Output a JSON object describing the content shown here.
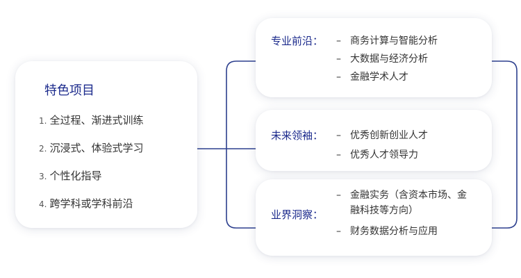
{
  "left": {
    "title": "特色项目",
    "items": [
      {
        "num": "1.",
        "text": "全过程、渐进式训练"
      },
      {
        "num": "2.",
        "text": "沉浸式、体验式学习"
      },
      {
        "num": "3.",
        "text": "个性化指导"
      },
      {
        "num": "4.",
        "text": "跨学科或学科前沿"
      }
    ]
  },
  "groups": [
    {
      "label": "专业前沿：",
      "bullets": [
        "商务计算与智能分析",
        "大数据与经济分析",
        "金融学术人才"
      ]
    },
    {
      "label": "未来领袖：",
      "bullets": [
        "优秀创新创业人才",
        "优秀人才领导力"
      ]
    },
    {
      "label": "业界洞察：",
      "bullets": [
        "金融实务（含资本市场、金融科技等方向）",
        "财务数据分析与应用"
      ]
    }
  ],
  "bullet_dash": "–",
  "colors": {
    "accent": "#1b2a8c",
    "line": "#2c3f8e"
  }
}
